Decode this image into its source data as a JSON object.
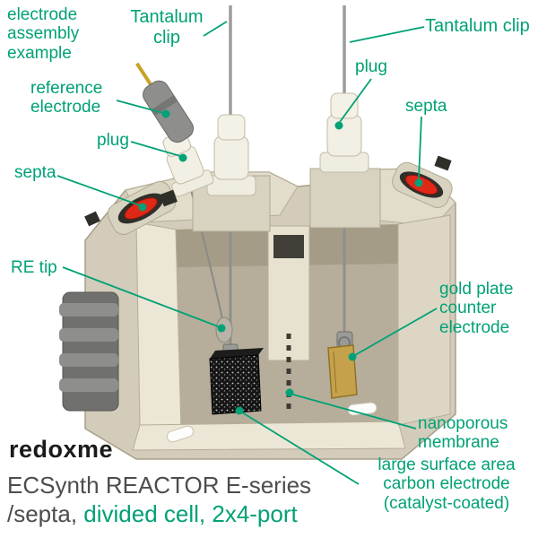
{
  "colors": {
    "label_green": "#00A176",
    "septa_red": "#E02817",
    "gold": "#C6A14C",
    "title_gray": "#4D4D4D",
    "logo_black": "#1A1A1A",
    "body_beige": "#D3CCBA"
  },
  "annotations": {
    "electrode_assembly_example": {
      "text": "electrode\nassembly\nexample"
    },
    "tantalum_clip_left": {
      "text": "Tantalum\nclip"
    },
    "tantalum_clip_right": {
      "text": "Tantalum clip"
    },
    "reference_electrode": {
      "text": "reference\nelectrode"
    },
    "plug_left": {
      "text": "plug"
    },
    "septa_left": {
      "text": "septa"
    },
    "plug_right": {
      "text": "plug"
    },
    "septa_right": {
      "text": "septa"
    },
    "re_tip": {
      "text": "RE tip"
    },
    "gold_plate_counter_electrode": {
      "text": "gold plate\ncounter\nelectrode"
    },
    "nanoporous_membrane": {
      "text": "nanoporous\nmembrane"
    },
    "carbon_electrode": {
      "text": "large surface area\ncarbon electrode\n(catalyst-coated)"
    }
  },
  "footer": {
    "logo": "redoxme",
    "product_line1": "ECSynth REACTOR E-series",
    "product_line2_gray": "/septa, ",
    "product_line2_green": "divided cell, 2x4-port"
  }
}
